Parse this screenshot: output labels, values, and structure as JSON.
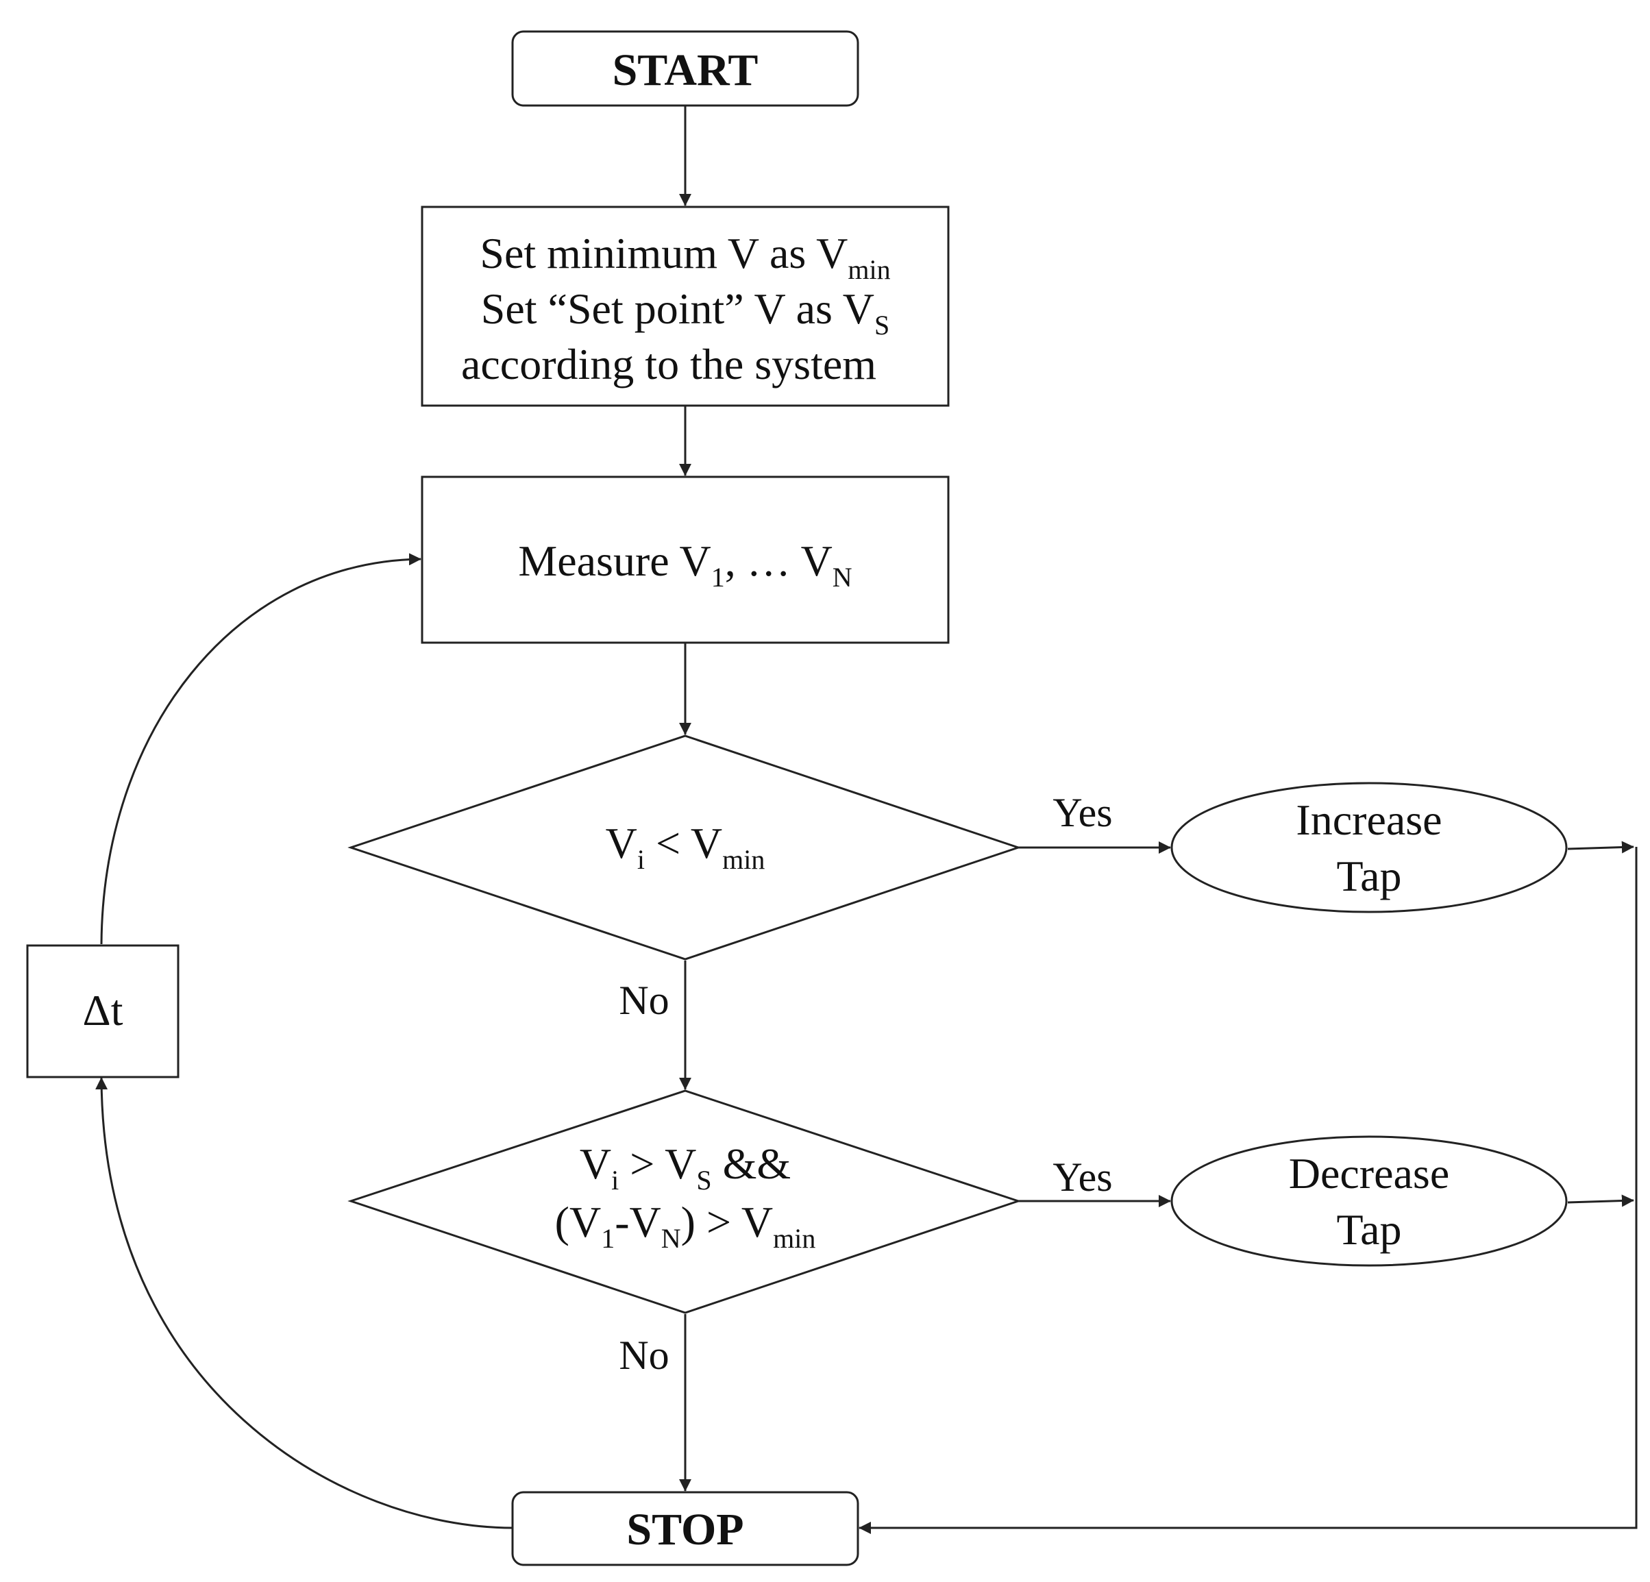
{
  "nodes": {
    "start": {
      "label": "START"
    },
    "stop": {
      "label": "STOP"
    },
    "setup": {
      "line1_text": "Set minimum V as V",
      "line1_sub": "min",
      "line2_text": "Set “Set point” V as V",
      "line2_sub": "S",
      "line3_text": "according to the system"
    },
    "measure": {
      "text": "Measure V",
      "sub1": "1",
      "mid": ", … V",
      "sub2": "N"
    },
    "cond1": {
      "v": "V",
      "v_sub": "i",
      "op": " < V",
      "op_sub": "min"
    },
    "cond2": {
      "line1_v": "V",
      "line1_v_sub": "i",
      "line1_op": " > V",
      "line1_op_sub": "S",
      "line1_tail": " &&",
      "line2_open": "(V",
      "line2_sub1": "1",
      "line2_dash": "-V",
      "line2_sub2": "N",
      "line2_close": ") > V",
      "line2_sub3": "min"
    },
    "increase": {
      "line1": "Increase",
      "line2": "Tap"
    },
    "decrease": {
      "line1": "Decrease",
      "line2": "Tap"
    },
    "delay": {
      "label": "Δt"
    }
  },
  "edges": {
    "cond1_yes": "Yes",
    "cond1_no": "No",
    "cond2_yes": "Yes",
    "cond2_no": "No"
  }
}
